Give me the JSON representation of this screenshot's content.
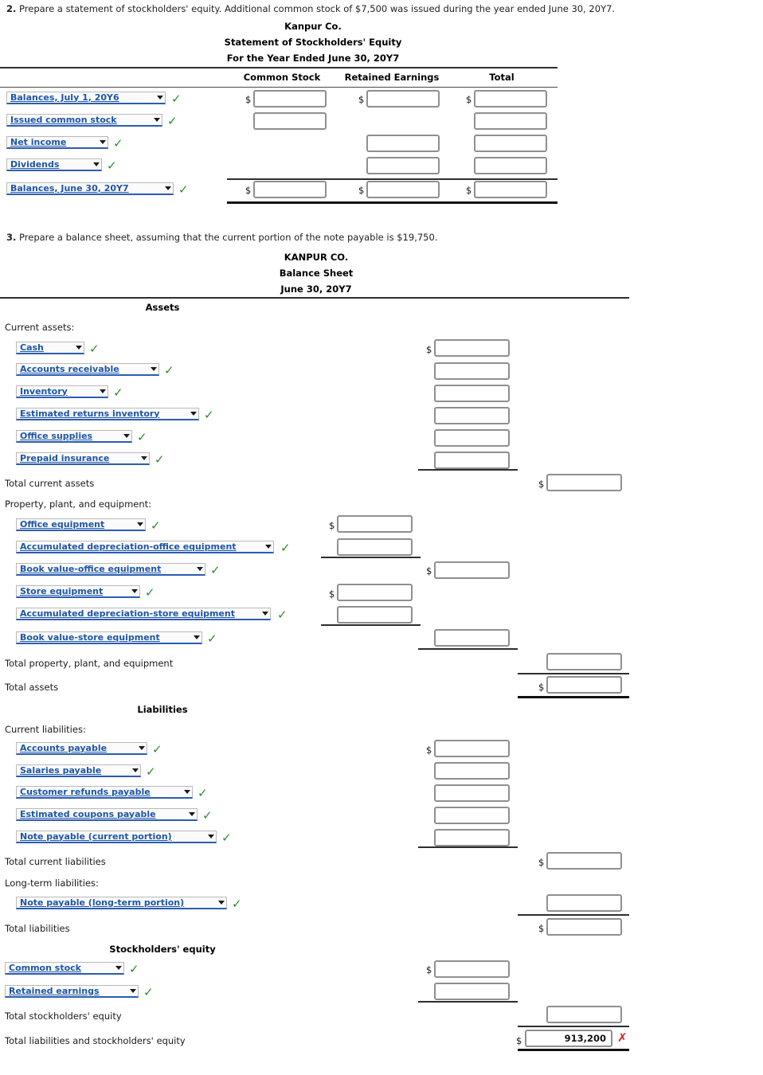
{
  "questions": {
    "q2": {
      "number": "2.",
      "text": "Prepare a statement of stockholders' equity. Additional common stock of $7,500 was issued during the year ended June 30, 20Y7."
    },
    "q3": {
      "number": "3.",
      "text": "Prepare a balance sheet, assuming that the current portion of the note payable is $19,750."
    }
  },
  "equity_statement": {
    "company": "Kanpur Co.",
    "title": "Statement of Stockholders' Equity",
    "period": "For the Year Ended June 30, 20Y7",
    "columns": [
      "Common Stock",
      "Retained Earnings",
      "Total"
    ],
    "rows": [
      {
        "label": "Balances, July 1, 20Y6",
        "status": "ok",
        "common_stock": "",
        "retained_earnings": "",
        "total": ""
      },
      {
        "label": "Issued common stock",
        "status": "ok",
        "common_stock": "",
        "retained_earnings": null,
        "total": ""
      },
      {
        "label": "Net income",
        "status": "ok",
        "common_stock": null,
        "retained_earnings": "",
        "total": ""
      },
      {
        "label": "Dividends",
        "status": "ok",
        "common_stock": null,
        "retained_earnings": "",
        "total": ""
      },
      {
        "label": "Balances, June 30, 20Y7",
        "status": "ok",
        "common_stock": "",
        "retained_earnings": "",
        "total": ""
      }
    ]
  },
  "balance_sheet": {
    "company": "KANPUR CO.",
    "title": "Balance Sheet",
    "date": "June 30, 20Y7",
    "sections": {
      "assets_heading": "Assets",
      "liabilities_heading": "Liabilities",
      "equity_heading": "Stockholders' equity"
    },
    "labels": {
      "current_assets": "Current assets:",
      "total_current_assets": "Total current assets",
      "ppe": "Property, plant, and equipment:",
      "total_ppe": "Total property, plant, and equipment",
      "total_assets": "Total assets",
      "current_liabilities": "Current liabilities:",
      "total_current_liabilities": "Total current liabilities",
      "longterm_liabilities": "Long-term liabilities:",
      "total_liabilities": "Total liabilities",
      "total_equity": "Total stockholders' equity",
      "total_liab_equity": "Total liabilities and stockholders' equity"
    },
    "current_assets": [
      {
        "label": "Cash",
        "status": "ok",
        "value": ""
      },
      {
        "label": "Accounts receivable",
        "status": "ok",
        "value": ""
      },
      {
        "label": "Inventory",
        "status": "ok",
        "value": ""
      },
      {
        "label": "Estimated returns inventory",
        "status": "ok",
        "value": ""
      },
      {
        "label": "Office supplies",
        "status": "ok",
        "value": ""
      },
      {
        "label": "Prepaid insurance",
        "status": "ok",
        "value": ""
      }
    ],
    "ppe": [
      {
        "label": "Office equipment",
        "status": "ok",
        "value": ""
      },
      {
        "label": "Accumulated depreciation-office equipment",
        "status": "ok",
        "value": ""
      },
      {
        "label": "Book value-office equipment",
        "status": "ok",
        "value": ""
      },
      {
        "label": "Store equipment",
        "status": "ok",
        "value": ""
      },
      {
        "label": "Accumulated depreciation-store equipment",
        "status": "ok",
        "value": ""
      },
      {
        "label": "Book value-store equipment",
        "status": "ok",
        "value": ""
      }
    ],
    "current_liabilities": [
      {
        "label": "Accounts payable",
        "status": "ok",
        "value": ""
      },
      {
        "label": "Salaries payable",
        "status": "ok",
        "value": ""
      },
      {
        "label": "Customer refunds payable",
        "status": "ok",
        "value": ""
      },
      {
        "label": "Estimated coupons payable",
        "status": "ok",
        "value": ""
      },
      {
        "label": "Note payable (current portion)",
        "status": "ok",
        "value": ""
      }
    ],
    "longterm_liabilities": [
      {
        "label": "Note payable (long-term portion)",
        "status": "ok",
        "value": ""
      }
    ],
    "equity": [
      {
        "label": "Common stock",
        "status": "ok",
        "value": ""
      },
      {
        "label": "Retained earnings",
        "status": "ok",
        "value": ""
      }
    ],
    "totals": {
      "total_current_assets": "",
      "total_ppe": "",
      "total_assets": "",
      "total_current_liabilities": "",
      "total_liabilities": "",
      "total_equity": "",
      "total_liab_equity": "913,200"
    },
    "total_liab_equity_status": "bad"
  },
  "glyphs": {
    "check": "✓",
    "cross": "✗",
    "dollar": "$"
  },
  "colors": {
    "link": "#1d55a8",
    "ok": "#2f8b2f",
    "error": "#e01b1b",
    "rule": "#2e2e2e"
  }
}
